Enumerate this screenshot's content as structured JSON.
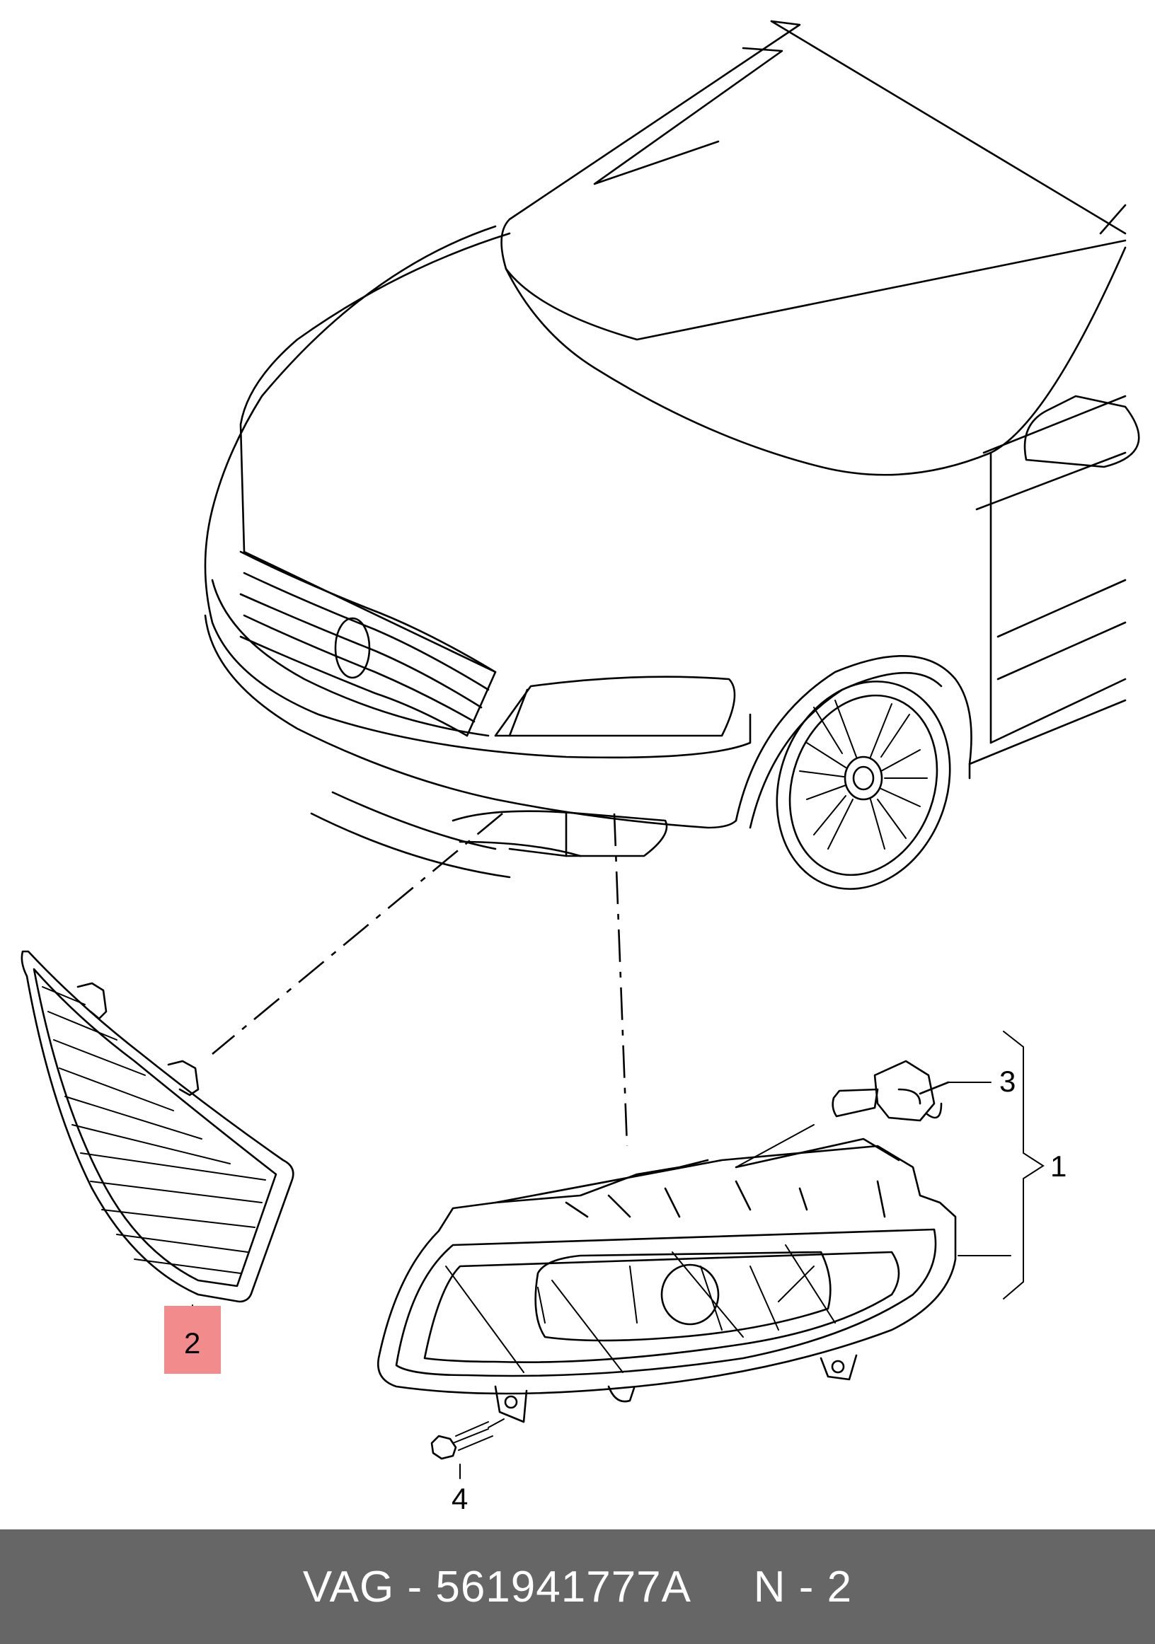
{
  "callouts": {
    "part_1": "1",
    "part_2": "2",
    "part_3": "3",
    "part_4": "4"
  },
  "highlight": {
    "part": "2",
    "color": "#f28b8b"
  },
  "footer": {
    "text": "VAG - 561941777A     N - 2",
    "background": "#666666",
    "text_color": "#ffffff"
  }
}
